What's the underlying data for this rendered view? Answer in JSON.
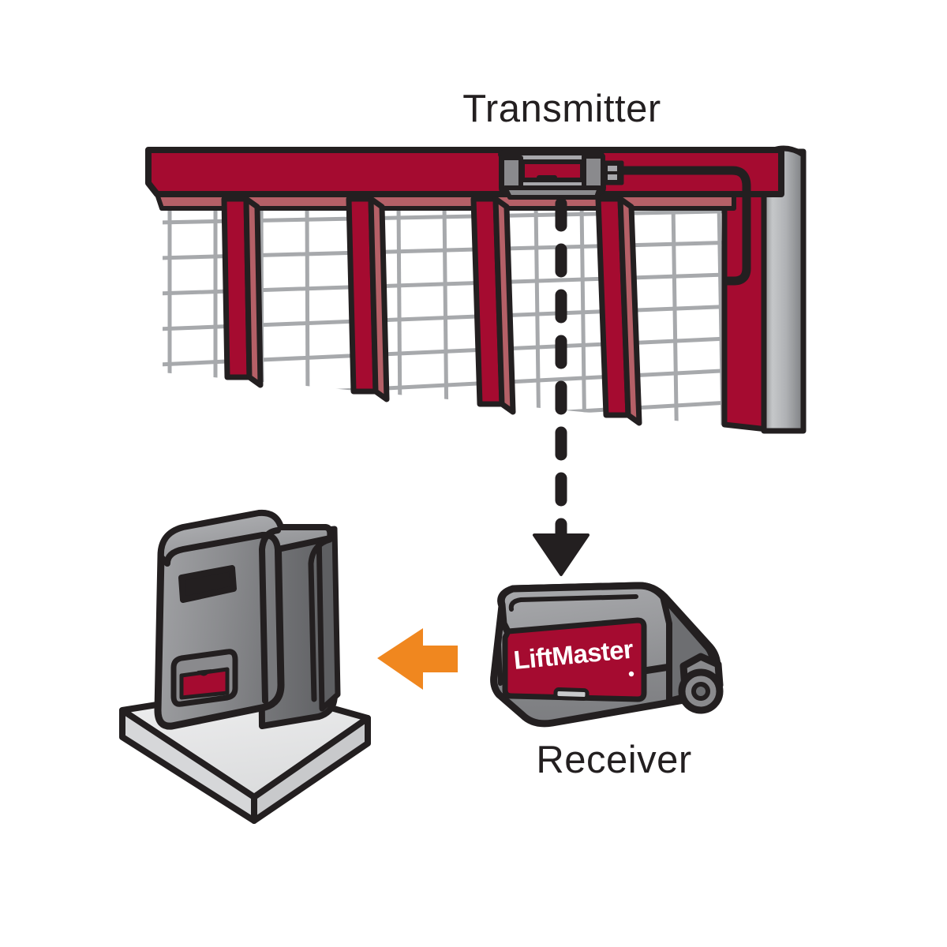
{
  "diagram": {
    "title": "Gate operator transmitter and receiver wiring diagram",
    "background_color": "#ffffff"
  },
  "labels": {
    "transmitter": "Transmitter",
    "receiver": "Receiver"
  },
  "brand": {
    "name": "LiftMaster",
    "plate_color": "#A50B30",
    "text_color": "#ffffff"
  },
  "colors": {
    "crimson": "#A50B30",
    "crimson_shade": "#B56067",
    "gate_mesh": "#A7A9AC",
    "outline": "#231f20",
    "device_gray_light": "#A7A7AB",
    "device_gray": "#8A8A8D",
    "device_gray_dark": "#6D6E71",
    "concrete": "#E6E7E8",
    "concrete_shade": "#C8C9CB",
    "post_gray": "#BCBEC0",
    "arrow_orange": "#F0871F",
    "signal_black": "#231f20"
  },
  "components": {
    "gate": {
      "name": "sliding-gate",
      "top_rail": "crimson top rail",
      "post_count": 5,
      "mesh": "wire mesh infill"
    },
    "transmitter": {
      "name": "transmitter-device",
      "mounted_on": "gate top rail",
      "has_cable": true
    },
    "receiver": {
      "name": "receiver-device",
      "logo": "LiftMaster",
      "has_antenna_connector": true
    },
    "operator": {
      "name": "gate-operator",
      "mounted_on": "concrete pad",
      "has_vent_slot": true,
      "has_indicator_panel": true
    },
    "post": {
      "name": "gate-support-post"
    }
  },
  "annotations": {
    "signal_arrow": {
      "name": "wireless-signal-arrow",
      "style": "dashed",
      "direction": "down",
      "from": "Transmitter",
      "to": "Receiver"
    },
    "connection_arrow": {
      "name": "receiver-to-operator-arrow",
      "style": "solid",
      "direction": "left",
      "color": "#F0871F"
    }
  }
}
